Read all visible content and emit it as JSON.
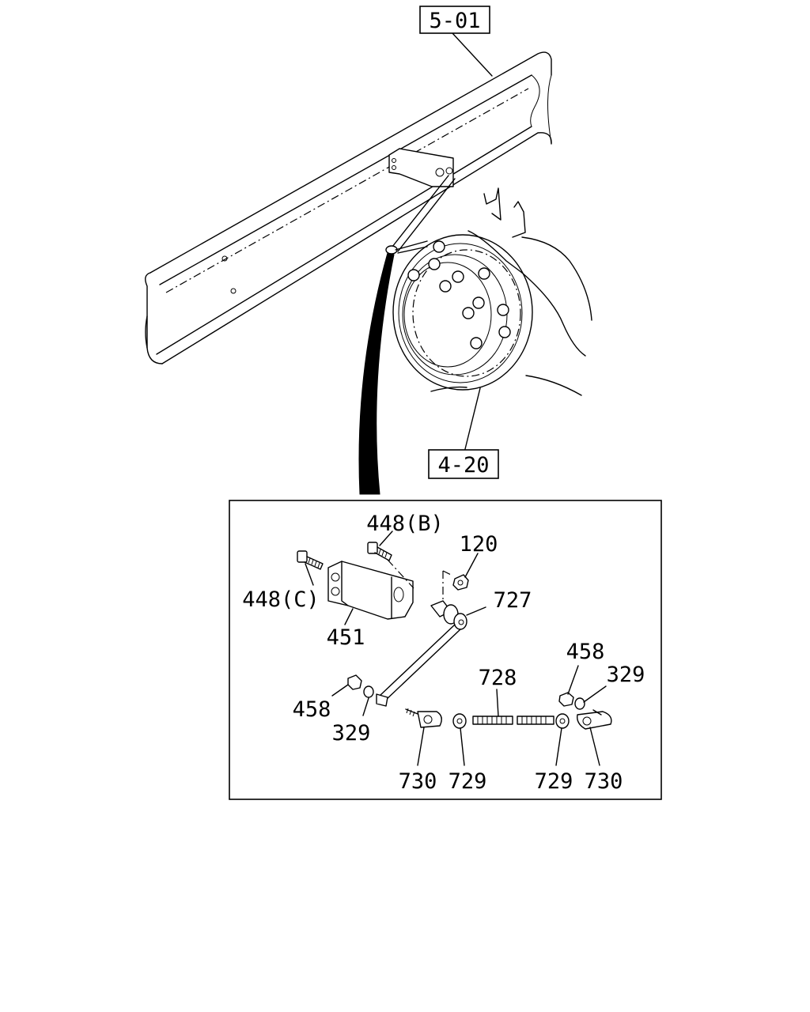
{
  "references": {
    "frame": "5-01",
    "axle": "4-20"
  },
  "callouts": {
    "p448b": "448(B)",
    "p120": "120",
    "p448c": "448(C)",
    "p727": "727",
    "p451": "451",
    "p458_right": "458",
    "p728": "728",
    "p329_right": "329",
    "p458_left": "458",
    "p329_left": "329",
    "p730_left": "730",
    "p729_left": "729",
    "p729_right": "729",
    "p730_right": "730"
  }
}
